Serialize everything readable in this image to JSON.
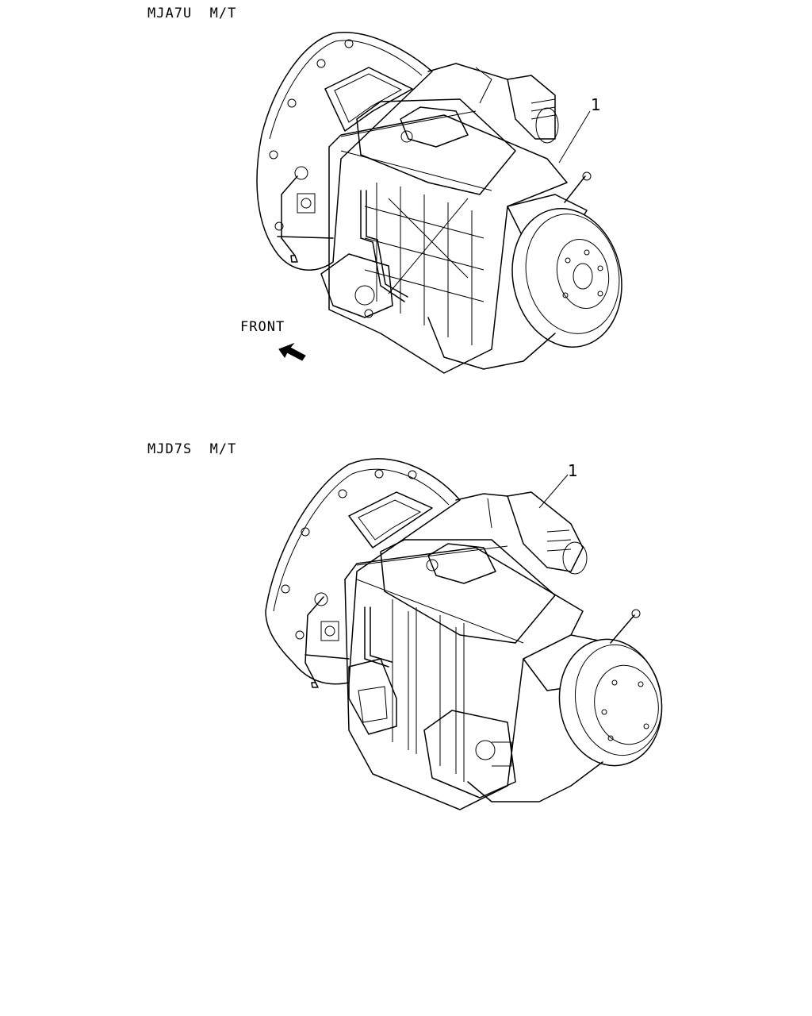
{
  "top": {
    "title": "MJA7U  M/T",
    "callout": "1",
    "front_label": "FRONT"
  },
  "bottom": {
    "title": "MJD7S  M/T",
    "callout": "1"
  },
  "icons": {
    "front_arrow": "arrow-up-left-icon"
  }
}
